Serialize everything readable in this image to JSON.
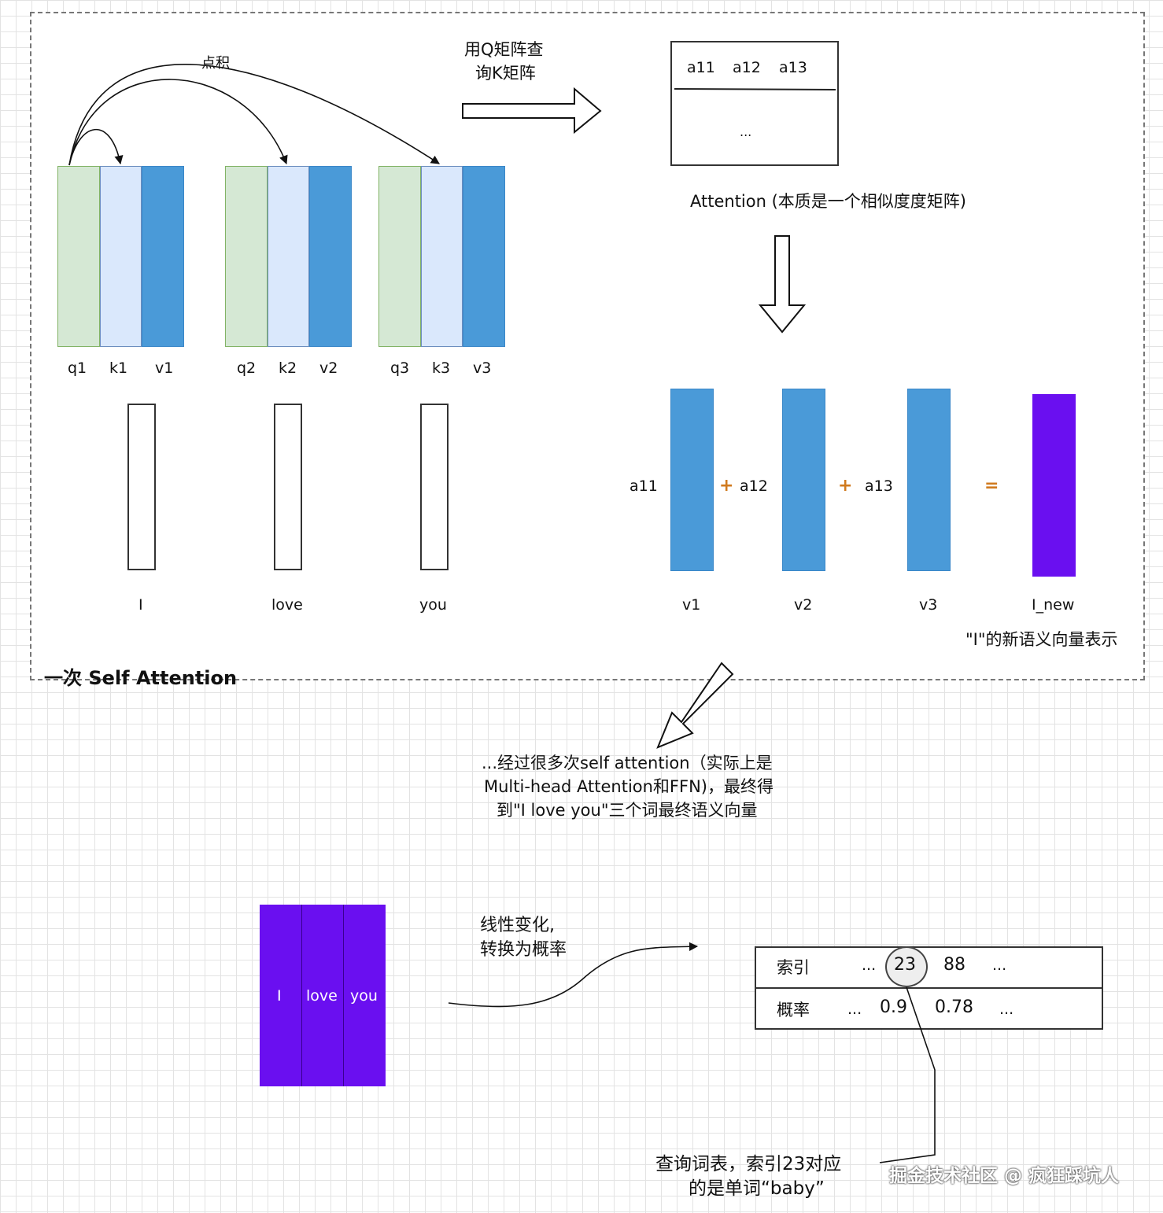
{
  "self_attention_box": {
    "title": "一次 Self Attention"
  },
  "dot_product_label": "点积",
  "token_vectors": [
    {
      "q": "q1",
      "k": "k1",
      "v": "v1",
      "word": "I"
    },
    {
      "q": "q2",
      "k": "k2",
      "v": "v2",
      "word": "love"
    },
    {
      "q": "q3",
      "k": "k3",
      "v": "v3",
      "word": "you"
    }
  ],
  "query_arrow_label": [
    "用Q矩阵查",
    "询K矩阵"
  ],
  "attention_matrix": {
    "row1": [
      "a11",
      "a12",
      "a13"
    ],
    "row2": "...",
    "caption": "Attention (本质是一个相似度度矩阵)"
  },
  "weighted_sum": {
    "weights": [
      "a11",
      "a12",
      "a13"
    ],
    "plus": "+",
    "equals": "=",
    "vectors": [
      "v1",
      "v2",
      "v3"
    ],
    "result": "I_new",
    "result_caption": "\"I\"的新语义向量表示"
  },
  "repeat_note": [
    "...经过很多次self attention（实际上是",
    "Multi-head Attention和FFN)，最终得",
    "到\"I love you\"三个词最终语义向量"
  ],
  "final_vectors": [
    "I",
    "love",
    "you"
  ],
  "linear_label": [
    "线性变化,",
    "转换为概率"
  ],
  "vocab_table": {
    "index_label": "索引",
    "prob_label": "概率",
    "index_values": [
      "...",
      "23",
      "88",
      "..."
    ],
    "prob_values": [
      "...",
      "0.9",
      "0.78",
      "..."
    ]
  },
  "lookup_note": [
    "查询词表，索引23对应",
    "的是单词“baby”"
  ],
  "watermark": "掘金技术社区 @ 疯狂踩坑人",
  "colors": {
    "q_fill": "#d5e8d4",
    "k_fill": "#dae8fc",
    "v_fill": "#4a9ad8",
    "new_vector_fill": "#6a0ff0",
    "operator_color": "#d07a1e"
  }
}
